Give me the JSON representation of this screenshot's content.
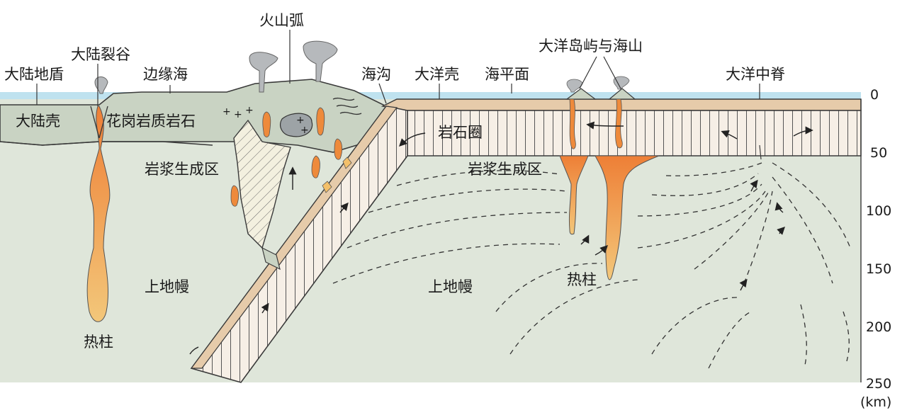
{
  "labels": {
    "continental_shield": "大陆地盾",
    "continental_rift": "大陆裂谷",
    "marginal_sea": "边缘海",
    "volcanic_arc": "火山弧",
    "trench": "海沟",
    "oceanic_crust": "大洋壳",
    "sea_level": "海平面",
    "islands_seamounts": "大洋岛屿与海山",
    "mid_ocean_ridge": "大洋中脊",
    "continental_crust": "大陆壳",
    "granitic_rock": "花岗岩质岩石",
    "lithosphere": "岩石圈",
    "magma_zone_left": "岩浆生成区",
    "magma_zone_right": "岩浆生成区",
    "upper_mantle_left": "上地幔",
    "upper_mantle_right": "上地幔",
    "plume_left": "热柱",
    "plume_right": "热柱"
  },
  "depth_axis": {
    "ticks": [
      "0",
      "50",
      "100",
      "150",
      "200",
      "250"
    ],
    "unit": "(km)"
  },
  "colors": {
    "mantle": "#dfe6da",
    "crust": "#c9d3c3",
    "ocean_crust": "#e6cbaa",
    "lithosphere_band": "#f6efe6",
    "sea": "#bfe2ef",
    "magma_orange": "#ee8a3b",
    "magma_yellow": "#f3c06a",
    "plume_ash": "#b6b9bc",
    "line": "#3a3a3a"
  }
}
